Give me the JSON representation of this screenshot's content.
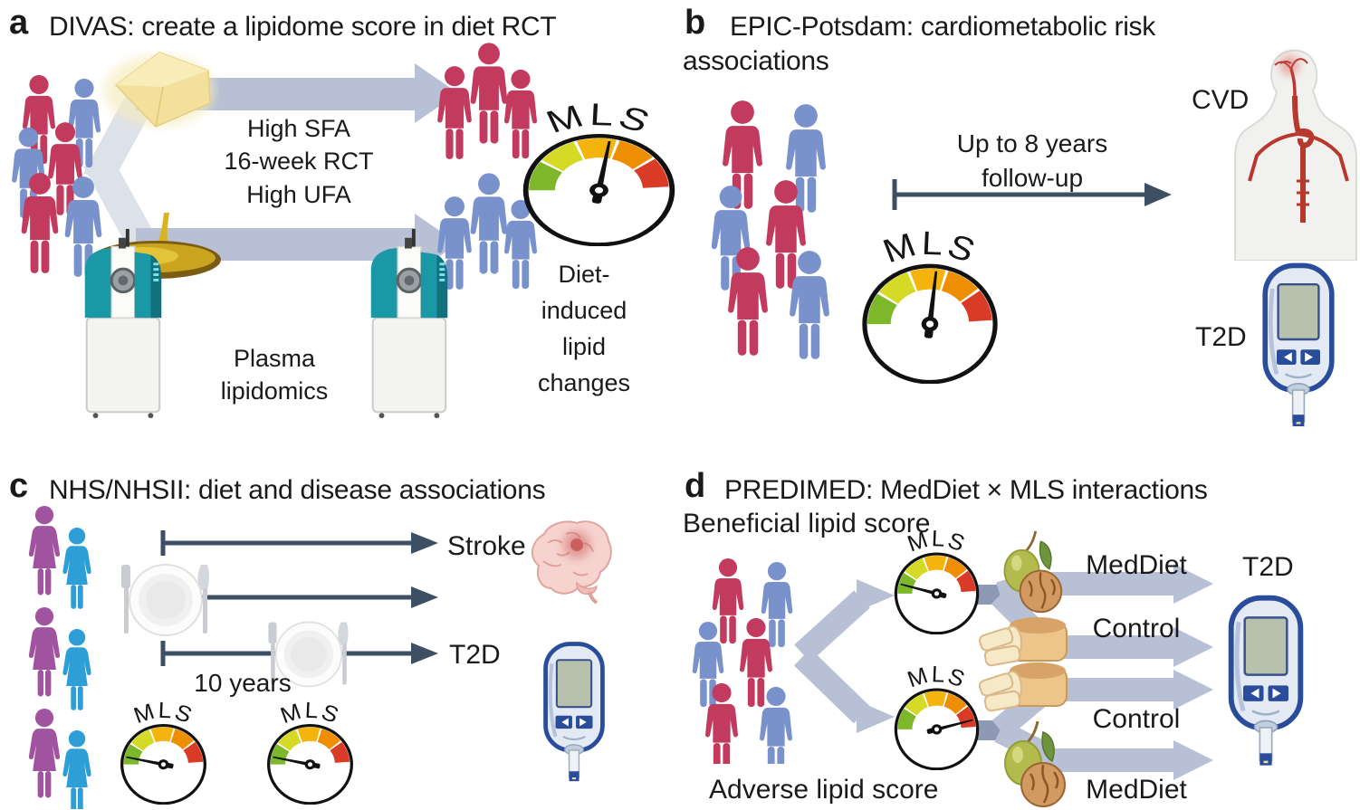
{
  "panel_a": {
    "letter": "a",
    "title": "DIVAS: create a lipidome score in diet RCT",
    "intervention_lines": [
      "High SFA",
      "16-week RCT",
      "High UFA"
    ],
    "plasma_lines": [
      "Plasma",
      "lipidomics"
    ],
    "outcome_lines": [
      "Diet-",
      "induced",
      "lipid",
      "changes"
    ]
  },
  "panel_b": {
    "letter": "b",
    "title_line1": "EPIC-Potsdam: cardiometabolic risk",
    "title_line2": "associations",
    "followup_lines": [
      "Up to 8 years",
      "follow-up"
    ],
    "cvd_label": "CVD",
    "t2d_label": "T2D"
  },
  "panel_c": {
    "letter": "c",
    "title": "NHS/NHSII: diet and disease associations",
    "stroke_label": "Stroke",
    "t2d_label": "T2D",
    "years_label": "10 years"
  },
  "panel_d": {
    "letter": "d",
    "title": "PREDIMED: MedDiet × MLS interactions",
    "beneficial_label": "Beneficial lipid score",
    "adverse_label": "Adverse lipid score",
    "arm_labels": [
      "MedDiet",
      "Control",
      "Control",
      "MedDiet"
    ],
    "t2d_label": "T2D"
  },
  "gauges": {
    "a": {
      "label": "MLS",
      "needle_deg": 9
    },
    "b": {
      "label": "MLS",
      "needle_deg": 6
    },
    "c1": {
      "label": "MLS",
      "needle_deg": -78
    },
    "c2": {
      "label": "MLS",
      "needle_deg": -78
    },
    "d1": {
      "label": "MLS",
      "needle_deg": -75
    },
    "d2": {
      "label": "MLS",
      "needle_deg": 75
    }
  },
  "visuals": {
    "person_red": "#c23b5e",
    "person_blue": "#7a92cc",
    "woman_purple": "#a0539f",
    "woman_blue": "#2e9fd6",
    "arrow_light": "#b7c0d4",
    "arrow_mid": "#8e99b6",
    "arrow_dark": "#3d4f63",
    "gauge_segments": [
      "#7cb829",
      "#d5da27",
      "#f5b40d",
      "#ee8f03",
      "#da3b26"
    ],
    "gauge_needle": "#111111"
  }
}
